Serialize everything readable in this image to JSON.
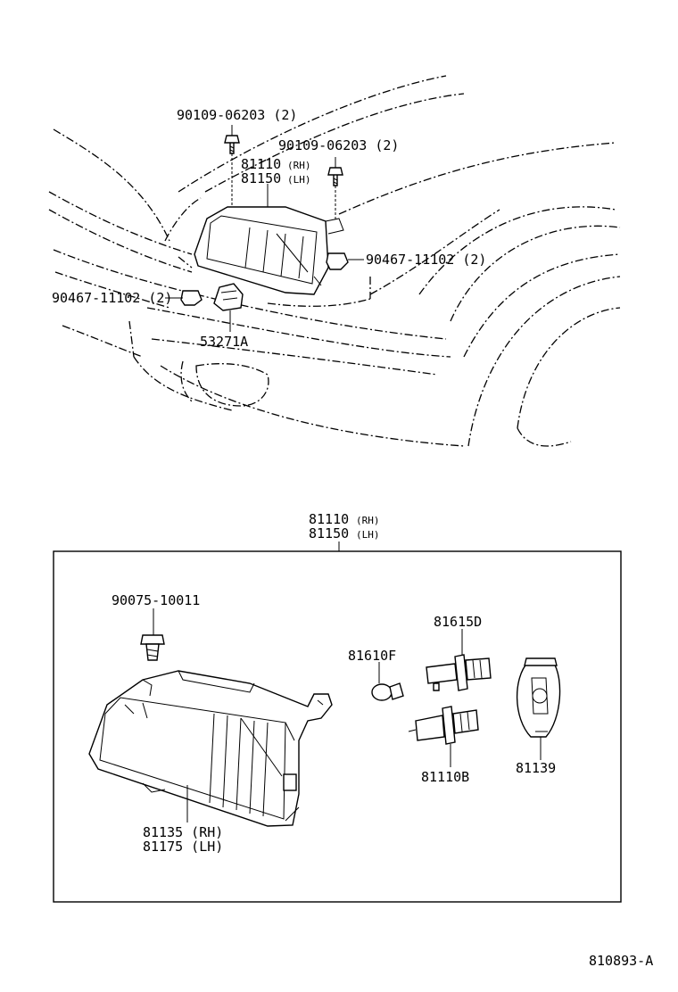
{
  "diagram_id": "810893-A",
  "top_view": {
    "labels": {
      "bolt_left": "90109-06203 (2)",
      "bolt_right": "90109-06203 (2)",
      "assy_rh_num": "81110",
      "assy_rh_side": "(RH)",
      "assy_lh_num": "81150",
      "assy_lh_side": "(LH)",
      "nut_right": "90467-11102 (2)",
      "nut_left": "90467-11102 (2)",
      "bracket": "53271A"
    }
  },
  "detail_view": {
    "labels": {
      "assy_rh_num": "81110",
      "assy_rh_side": "(RH)",
      "assy_lh_num": "81150",
      "assy_lh_side": "(LH)",
      "screw": "90075-10011",
      "bulb_81615d": "81615D",
      "bulb_81610f": "81610F",
      "bulb_81110b": "81110B",
      "cover": "81139",
      "unit_rh": "81135 (RH)",
      "unit_lh": "81175 (LH)"
    }
  }
}
